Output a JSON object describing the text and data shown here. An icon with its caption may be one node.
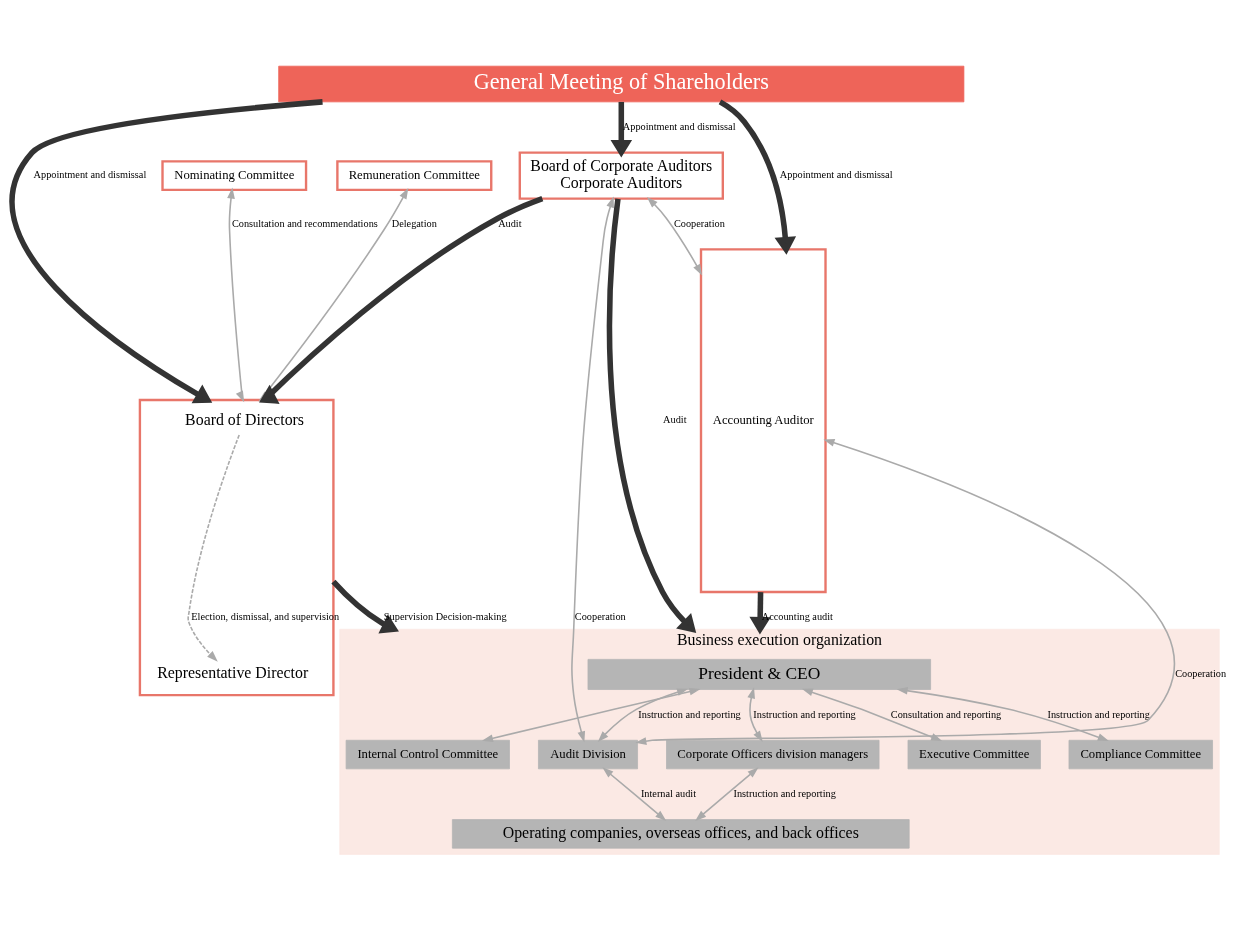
{
  "diagram": {
    "nodes": [
      {
        "text": [
          "General Meeting of Shareholders"
        ]
      },
      {
        "text": [
          "Nominating Committee"
        ]
      },
      {
        "text": [
          "Remuneration Committee"
        ]
      },
      {
        "text": [],
        "shape": "box"
      },
      {
        "text": [
          "Board of Directors"
        ],
        "in": 3
      },
      {
        "text": [
          "Representative Director"
        ],
        "in": 3
      },
      {
        "text": [
          "Board of Corporate Auditors",
          "Corporate Auditors"
        ]
      },
      {
        "text": [
          "Accounting Auditor"
        ]
      },
      {
        "text": [
          "Business execution organization"
        ]
      },
      {
        "text": [
          "President & CEO"
        ],
        "in": 8
      },
      {
        "text": [
          "Audit Division"
        ],
        "in": 8
      },
      {
        "text": [
          "Corporate Officers division managers"
        ],
        "in": 8
      },
      {
        "text": [
          "Executive Committee"
        ],
        "in": 8
      },
      {
        "text": [
          "Compliance Committee"
        ],
        "in": 8
      },
      {
        "text": [
          "Internal Control Committee"
        ],
        "in": 8
      },
      {
        "text": [
          "Operating companies, overseas offices, and back offices"
        ],
        "in": 8
      }
    ],
    "edges": [
      {
        "from": 0,
        "to": 3,
        "arrow": "to",
        "label": "Appointment and dismissal",
        "style": "thick",
        "color": "#333333"
      },
      {
        "from": 0,
        "to": 6,
        "arrow": "to",
        "label": "Appointment and dismissal",
        "style": "thick",
        "color": "#333333"
      },
      {
        "from": 0,
        "to": 7,
        "arrow": "to",
        "label": "Appointment and dismissal",
        "style": "thick",
        "color": "#333333"
      },
      {
        "from": 1,
        "to": 3,
        "arrow": "both",
        "label": "Consultation and recommendations"
      },
      {
        "from": 2,
        "to": 3,
        "arrow": "both",
        "label": "Delegation"
      },
      {
        "from": 4,
        "to": 5,
        "arrow": "to",
        "label": "Election, dismissal, and supervision",
        "style": "dashed"
      },
      {
        "from": 6,
        "to": 3,
        "arrow": "to",
        "label": "Audit",
        "style": "thick",
        "color": "#333333"
      },
      {
        "from": 6,
        "to": 7,
        "arrow": "both",
        "label": "Cooperation"
      },
      {
        "from": 3,
        "to": 8,
        "arrow": "to",
        "label": "Supervision Decision-making",
        "style": "thick",
        "color": "#333333"
      },
      {
        "from": 6,
        "to": 8,
        "arrow": "to",
        "label": "Audit",
        "style": "thick",
        "color": "#333333"
      },
      {
        "from": 6,
        "to": 10,
        "arrow": "both",
        "label": "Cooperation"
      },
      {
        "from": 9,
        "to": 10,
        "arrow": "both",
        "label": "Instruction and reporting"
      },
      {
        "from": 10,
        "to": 7,
        "arrow": "both",
        "label": "Cooperation"
      },
      {
        "from": 9,
        "to": 11,
        "arrow": "both",
        "label": "Instruction and reporting"
      },
      {
        "from": 9,
        "to": 12,
        "arrow": "both",
        "label": "Consultation and reporting"
      },
      {
        "from": 9,
        "to": 13,
        "arrow": "both",
        "label": "Instruction and reporting"
      },
      {
        "from": 9,
        "to": 14,
        "arrow": "both"
      },
      {
        "from": 11,
        "to": 15,
        "arrow": "both",
        "label": "Instruction and reporting"
      },
      {
        "from": 10,
        "to": 15,
        "arrow": "both",
        "label": "Internal audit"
      },
      {
        "from": 7,
        "to": 8,
        "arrow": "to",
        "label": "Accounting audit",
        "style": "thick",
        "color": "#333333"
      }
    ]
  }
}
